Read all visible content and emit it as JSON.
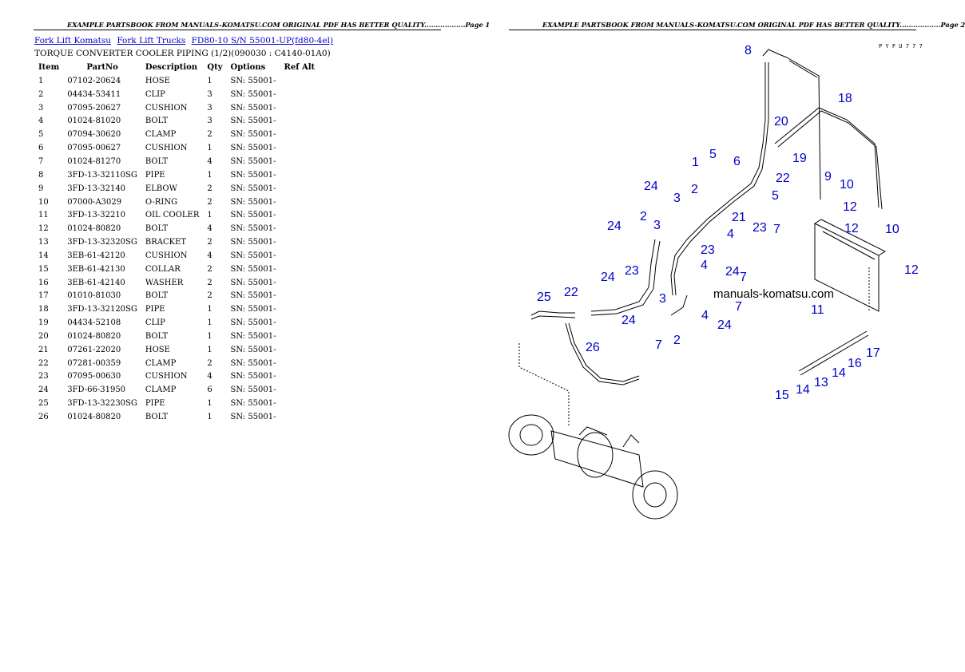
{
  "page1": {
    "header": "EXAMPLE PARTSBOOK FROM MANUALS-KOMATSU.COM ORIGINAL PDF HAS BETTER QUALITY..................Page 1",
    "breadcrumbs": [
      "Fork Lift Komatsu",
      "Fork Lift Trucks",
      "FD80-10 S/N  55001-UP(fd80-4el)"
    ],
    "subtitle": "TORQUE CONVERTER COOLER PIPING (1/2)(090030 : C4140-01A0)",
    "columns": [
      "Item",
      "PartNo",
      "Description",
      "Qty",
      "Options",
      "Ref Alt"
    ],
    "rows": [
      [
        "1",
        "07102-20624",
        "HOSE",
        "1",
        "SN: 55001-"
      ],
      [
        "2",
        "04434-53411",
        "CLIP",
        "3",
        "SN: 55001-"
      ],
      [
        "3",
        "07095-20627",
        "CUSHION",
        "3",
        "SN: 55001-"
      ],
      [
        "4",
        "01024-81020",
        "BOLT",
        "3",
        "SN: 55001-"
      ],
      [
        "5",
        "07094-30620",
        "CLAMP",
        "2",
        "SN: 55001-"
      ],
      [
        "6",
        "07095-00627",
        "CUSHION",
        "1",
        "SN: 55001-"
      ],
      [
        "7",
        "01024-81270",
        "BOLT",
        "4",
        "SN: 55001-"
      ],
      [
        "8",
        "3FD-13-32110SG",
        "PIPE",
        "1",
        "SN: 55001-"
      ],
      [
        "9",
        "3FD-13-32140",
        "ELBOW",
        "2",
        "SN: 55001-"
      ],
      [
        "10",
        "07000-A3029",
        "O-RING",
        "2",
        "SN: 55001-"
      ],
      [
        "11",
        "3FD-13-32210",
        "OIL COOLER",
        "1",
        "SN: 55001-"
      ],
      [
        "12",
        "01024-80820",
        "BOLT",
        "4",
        "SN: 55001-"
      ],
      [
        "13",
        "3FD-13-32320SG",
        "BRACKET",
        "2",
        "SN: 55001-"
      ],
      [
        "14",
        "3EB-61-42120",
        "CUSHION",
        "4",
        "SN: 55001-"
      ],
      [
        "15",
        "3EB-61-42130",
        "COLLAR",
        "2",
        "SN: 55001-"
      ],
      [
        "16",
        "3EB-61-42140",
        "WASHER",
        "2",
        "SN: 55001-"
      ],
      [
        "17",
        "01010-81030",
        "BOLT",
        "2",
        "SN: 55001-"
      ],
      [
        "18",
        "3FD-13-32120SG",
        "PIPE",
        "1",
        "SN: 55001-"
      ],
      [
        "19",
        "04434-52108",
        "CLIP",
        "1",
        "SN: 55001-"
      ],
      [
        "20",
        "01024-80820",
        "BOLT",
        "1",
        "SN: 55001-"
      ],
      [
        "21",
        "07261-22020",
        "HOSE",
        "1",
        "SN: 55001-"
      ],
      [
        "22",
        "07281-00359",
        "CLAMP",
        "2",
        "SN: 55001-"
      ],
      [
        "23",
        "07095-00630",
        "CUSHION",
        "4",
        "SN: 55001-"
      ],
      [
        "24",
        "3FD-66-31950",
        "CLAMP",
        "6",
        "SN: 55001-"
      ],
      [
        "25",
        "3FD-13-32230SG",
        "PIPE",
        "1",
        "SN: 55001-"
      ],
      [
        "26",
        "01024-80820",
        "BOLT",
        "1",
        "SN: 55001-"
      ]
    ]
  },
  "page2": {
    "header": "EXAMPLE PARTSBOOK FROM MANUALS-KOMATSU.COM ORIGINAL PDF HAS BETTER QUALITY..................Page 2",
    "diagram_code": "P Y F U 7 7 7",
    "watermark": "manuals-komatsu.com",
    "callouts": [
      "8",
      "18",
      "20",
      "19",
      "22",
      "1",
      "5",
      "6",
      "9",
      "10",
      "24",
      "3",
      "2",
      "21",
      "5",
      "23",
      "7",
      "12",
      "24",
      "2",
      "3",
      "23",
      "4",
      "12",
      "10",
      "11",
      "24",
      "23",
      "4",
      "24",
      "7",
      "12",
      "25",
      "22",
      "3",
      "4",
      "24",
      "7",
      "26",
      "24",
      "7",
      "2",
      "17",
      "16",
      "14",
      "13",
      "15",
      "14",
      "7",
      "9"
    ]
  }
}
